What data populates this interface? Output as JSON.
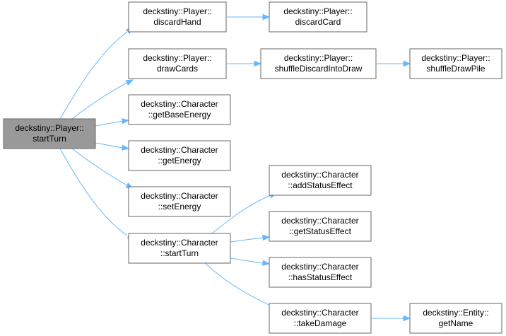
{
  "nodes": [
    {
      "id": "player_startTurn",
      "lines": [
        "deckstiny::Player::",
        "startTurn"
      ],
      "root": true
    },
    {
      "id": "player_discardHand",
      "lines": [
        "deckstiny::Player::",
        "discardHand"
      ]
    },
    {
      "id": "player_discardCard",
      "lines": [
        "deckstiny::Player::",
        "discardCard"
      ]
    },
    {
      "id": "player_drawCards",
      "lines": [
        "deckstiny::Player::",
        "drawCards"
      ]
    },
    {
      "id": "player_shuffleDiscardIntoDraw",
      "lines": [
        "deckstiny::Player::",
        "shuffleDiscardIntoDraw"
      ]
    },
    {
      "id": "player_shuffleDrawPile",
      "lines": [
        "deckstiny::Player::",
        "shuffleDrawPile"
      ]
    },
    {
      "id": "character_getBaseEnergy",
      "lines": [
        "deckstiny::Character",
        "::getBaseEnergy"
      ]
    },
    {
      "id": "character_getEnergy",
      "lines": [
        "deckstiny::Character",
        "::getEnergy"
      ]
    },
    {
      "id": "character_setEnergy",
      "lines": [
        "deckstiny::Character",
        "::setEnergy"
      ]
    },
    {
      "id": "character_startTurn",
      "lines": [
        "deckstiny::Character",
        "::startTurn"
      ]
    },
    {
      "id": "character_addStatusEffect",
      "lines": [
        "deckstiny::Character",
        "::addStatusEffect"
      ]
    },
    {
      "id": "character_getStatusEffect",
      "lines": [
        "deckstiny::Character",
        "::getStatusEffect"
      ]
    },
    {
      "id": "character_hasStatusEffect",
      "lines": [
        "deckstiny::Character",
        "::hasStatusEffect"
      ]
    },
    {
      "id": "character_takeDamage",
      "lines": [
        "deckstiny::Character",
        "::takeDamage"
      ]
    },
    {
      "id": "entity_getName",
      "lines": [
        "deckstiny::Entity::",
        "getName"
      ]
    }
  ],
  "edges": [
    {
      "from": "player_startTurn",
      "to": "player_discardHand"
    },
    {
      "from": "player_discardHand",
      "to": "player_discardCard"
    },
    {
      "from": "player_startTurn",
      "to": "player_drawCards"
    },
    {
      "from": "player_drawCards",
      "to": "player_shuffleDiscardIntoDraw"
    },
    {
      "from": "player_shuffleDiscardIntoDraw",
      "to": "player_shuffleDrawPile"
    },
    {
      "from": "player_startTurn",
      "to": "character_getBaseEnergy"
    },
    {
      "from": "player_startTurn",
      "to": "character_getEnergy"
    },
    {
      "from": "player_startTurn",
      "to": "character_setEnergy"
    },
    {
      "from": "player_startTurn",
      "to": "character_startTurn"
    },
    {
      "from": "character_startTurn",
      "to": "character_addStatusEffect"
    },
    {
      "from": "character_startTurn",
      "to": "character_getStatusEffect"
    },
    {
      "from": "character_startTurn",
      "to": "character_hasStatusEffect"
    },
    {
      "from": "character_startTurn",
      "to": "character_takeDamage"
    },
    {
      "from": "character_takeDamage",
      "to": "entity_getName"
    }
  ],
  "colors": {
    "edge": "#63b8ff",
    "root_fill": "#999999",
    "node_fill": "#ffffff",
    "node_border": "#666666",
    "text": "#000000"
  }
}
